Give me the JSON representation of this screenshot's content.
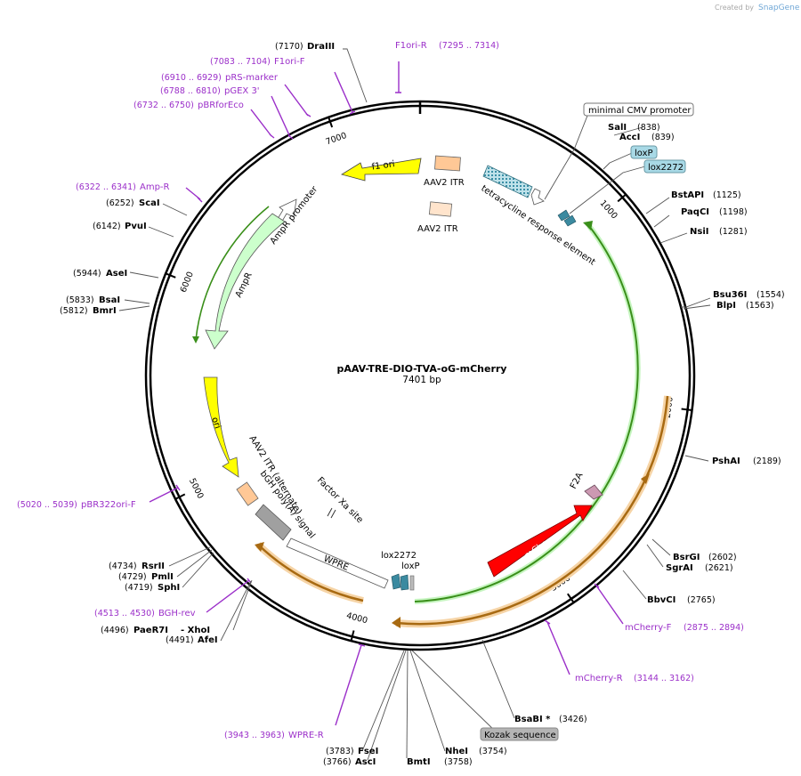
{
  "credit": {
    "prefix": "Created by",
    "brand": "SnapGene"
  },
  "plasmid": {
    "name": "pAAV-TRE-DIO-TVA-oG-mCherry",
    "size_label": "7401 bp",
    "length": 7401
  },
  "ticks": [
    {
      "pos": 1000,
      "label": "1000"
    },
    {
      "pos": 2000,
      "label": "2000"
    },
    {
      "pos": 3000,
      "label": "3000"
    },
    {
      "pos": 4000,
      "label": "4000"
    },
    {
      "pos": 5000,
      "label": "5000"
    },
    {
      "pos": 6000,
      "label": "6000"
    },
    {
      "pos": 7000,
      "label": "7000"
    }
  ],
  "enzymes": [
    {
      "name": "DraIII",
      "pos_label": "(7170)"
    },
    {
      "name": "SalI",
      "pos_label": "(838)"
    },
    {
      "name": "AccI",
      "pos_label": "(839)"
    },
    {
      "name": "BstAPI",
      "pos_label": "(1125)"
    },
    {
      "name": "PaqCI",
      "pos_label": "(1198)"
    },
    {
      "name": "NsiI",
      "pos_label": "(1281)"
    },
    {
      "name": "Bsu36I",
      "pos_label": "(1554)"
    },
    {
      "name": "BlpI",
      "pos_label": "(1563)"
    },
    {
      "name": "PshAI",
      "pos_label": "(2189)"
    },
    {
      "name": "BsrGI",
      "pos_label": "(2602)"
    },
    {
      "name": "SgrAI",
      "pos_label": "(2621)"
    },
    {
      "name": "BbvCI",
      "pos_label": "(2765)"
    },
    {
      "name": "BsaBI *",
      "pos_label": "(3426)"
    },
    {
      "name": "NheI",
      "pos_label": "(3754)"
    },
    {
      "name": "BmtI",
      "pos_label": "(3758)"
    },
    {
      "name": "FseI",
      "pos_label": "(3783)"
    },
    {
      "name": "AscI",
      "pos_label": "(3766)"
    },
    {
      "name": "PaeR7I",
      "pos_label": "(4496)"
    },
    {
      "name": "- XhoI",
      "pos_label": ""
    },
    {
      "name": "AfeI",
      "pos_label": "(4491)"
    },
    {
      "name": "RsrII",
      "pos_label": "(4734)"
    },
    {
      "name": "PmlI",
      "pos_label": "(4729)"
    },
    {
      "name": "SphI",
      "pos_label": "(4719)"
    },
    {
      "name": "BsaI",
      "pos_label": "(5833)"
    },
    {
      "name": "BmrI",
      "pos_label": "(5812)"
    },
    {
      "name": "AseI",
      "pos_label": "(5944)"
    },
    {
      "name": "PvuI",
      "pos_label": "(6142)"
    },
    {
      "name": "ScaI",
      "pos_label": "(6252)"
    }
  ],
  "primers": [
    {
      "name": "F1ori-R",
      "range": "(7295 .. 7314)"
    },
    {
      "name": "F1ori-F",
      "range": "(7083 .. 7104)"
    },
    {
      "name": "pRS-marker",
      "range": "(6910 .. 6929)"
    },
    {
      "name": "pGEX 3'",
      "range": "(6788 .. 6810)"
    },
    {
      "name": "pBRforEco",
      "range": "(6732 .. 6750)"
    },
    {
      "name": "Amp-R",
      "range": "(6322 .. 6341)"
    },
    {
      "name": "pBR322ori-F",
      "range": "(5020 .. 5039)"
    },
    {
      "name": "BGH-rev",
      "range": "(4513 .. 4530)"
    },
    {
      "name": "WPRE-R",
      "range": "(3943 .. 3963)"
    },
    {
      "name": "mCherry-F",
      "range": "(2875 .. 2894)"
    },
    {
      "name": "mCherry-R",
      "range": "(3144 .. 3162)"
    }
  ],
  "features": {
    "f1_ori": "f1 ori",
    "aav2_itr_1": "AAV2 ITR",
    "aav2_itr_2": "AAV2 ITR",
    "tre": "tetracycline response element",
    "cmv_box": "minimal CMV promoter",
    "loxp_box": "loxP",
    "lox2272_box": "lox2272",
    "ampr_promoter": "AmpR promoter",
    "ampr": "AmpR",
    "ori": "ori",
    "aav2_itr_alt": "AAV2 ITR (alternate)",
    "bgh": "bGH poly(A) signal",
    "wpre": "WPRE",
    "factor_xa": "Factor Xa site",
    "lox2272_inner": "lox2272",
    "loxp_inner": "loxP",
    "f2a": "F2A",
    "mcherry": "mCherry",
    "kozak_box": "Kozak sequence"
  },
  "colors": {
    "primer": "#9b2fc9",
    "f1_ori": "#ffff00",
    "itr": "#ffc896",
    "ampr": "#ccffcc",
    "ori": "#ffff00",
    "mcherry": "#ff0000",
    "f2a": "#cc99b2",
    "tre": "#4a9bb0",
    "lox": "#3b8aa0",
    "label_box": "#a8d9e6",
    "kozak_box": "#b4b4b4",
    "bgh": "#a0a0a0",
    "inner_green": "#3a8f1a",
    "orange": "#c87a14"
  }
}
